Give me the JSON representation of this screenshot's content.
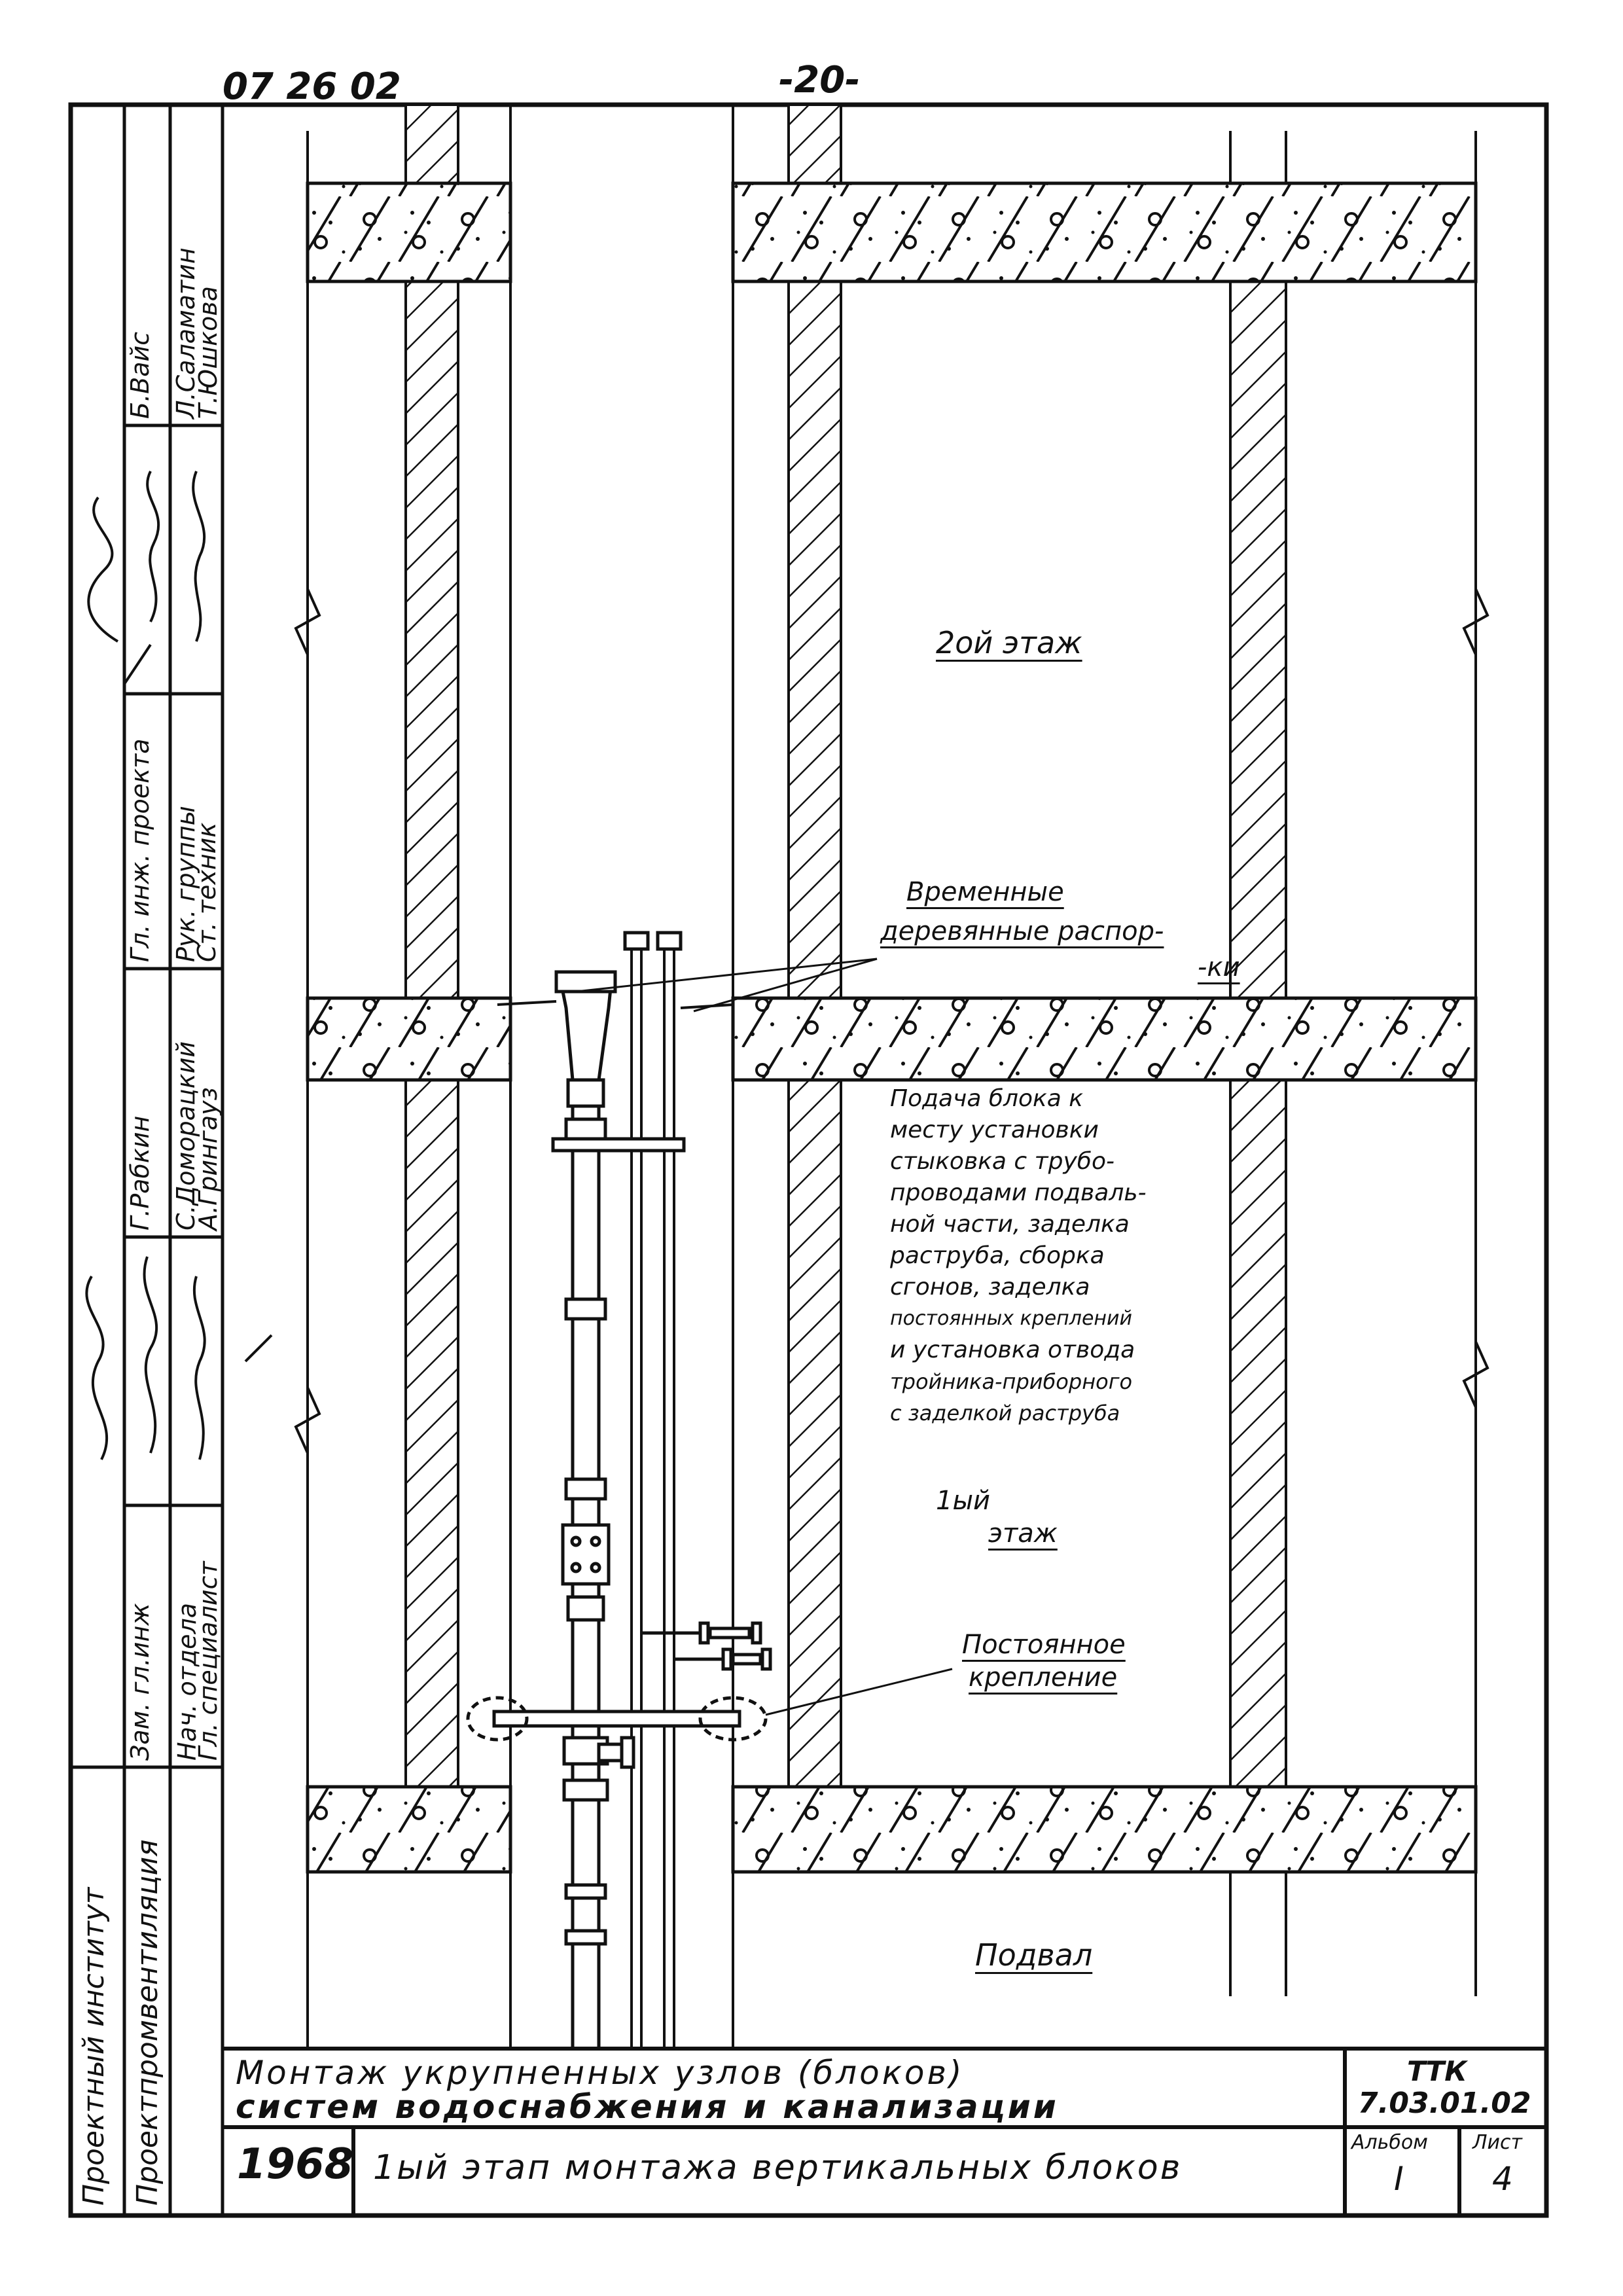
{
  "header": {
    "code": "07 26 02",
    "page_number": "-20-"
  },
  "stamp": {
    "org_line1": "Проектный институт",
    "org_line2": "Проектпромвентиляция",
    "roles": [
      {
        "role": "Зам. гл.инж",
        "name": "Б.Вайс"
      },
      {
        "role": "Нач. отдела",
        "name": "Л.Саламатин"
      },
      {
        "role": "Гл. специалист",
        "name": "Т.Юшкова"
      },
      {
        "role": "Гл. инж. проекта",
        "name": "Г.Рабкин"
      },
      {
        "role": "Рук. группы",
        "name": "С.Доморацкий"
      },
      {
        "role": "Ст. техник",
        "name": "А.Грингауз"
      }
    ]
  },
  "drawing": {
    "floor2_label": "2ой этаж",
    "floor1_label_top": "1ый",
    "floor1_label_bottom": "этаж",
    "basement_label": "Подвал",
    "temp_spacers_label_line1": "Временные",
    "temp_spacers_label_line2": "деревянные распор-",
    "temp_spacers_label_line3": "-ки",
    "permanent_fastening_line1": "Постоянное",
    "permanent_fastening_line2": "крепление",
    "description_lines": [
      "Подача блока к",
      "месту установки",
      "стыковка с трубо-",
      "проводами подваль-",
      "ной части, заделка",
      "раструба, сборка",
      "сгонов, заделка",
      "постоянных креплений",
      "и установка отвода",
      "тройника-приборного",
      "с заделкой раструба"
    ]
  },
  "title_block": {
    "title_line1": "Монтаж укрупненных узлов (блоков)",
    "title_line2": "систем водоснабжения и канализации",
    "year": "1968",
    "sheet_title": "1ый этап монтажа вертикальных блоков",
    "doc_code_line1": "ТТК",
    "doc_code_line2": "7.03.01.02",
    "album_label": "Альбом",
    "album_value": "I",
    "sheet_label": "Лист",
    "sheet_value": "4"
  }
}
